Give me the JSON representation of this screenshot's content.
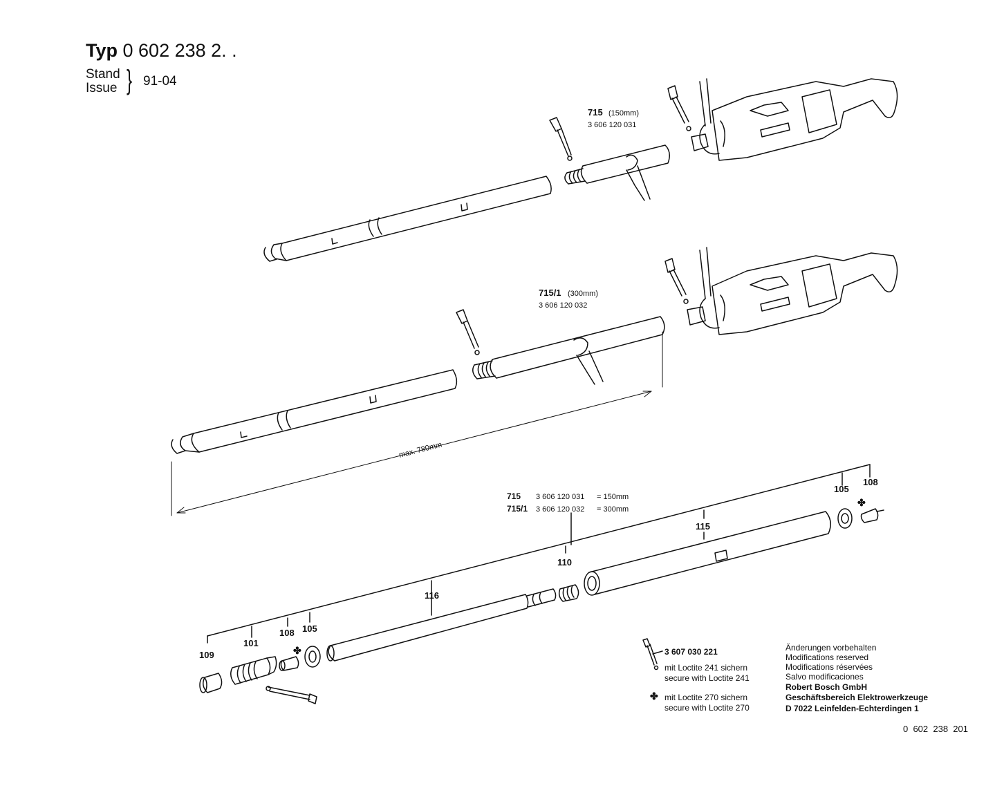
{
  "header": {
    "typ_label": "Typ",
    "typ_number": "0 602 238",
    "typ_suffix": "2. .",
    "stand": "Stand",
    "issue": "Issue",
    "date": "91-04"
  },
  "top_assembly": {
    "part_no": "715",
    "length": "(150mm)",
    "order_no": "3 606 120 031"
  },
  "middle_assembly": {
    "part_no": "715/1",
    "length": "(300mm)",
    "order_no": "3 606 120 032"
  },
  "dimension": {
    "label": "max. 780mm"
  },
  "parts_table": {
    "row1": {
      "part": "715",
      "order_no": "3 606 120 031",
      "size": "= 150mm"
    },
    "row2": {
      "part": "715/1",
      "order_no": "3 606 120 032",
      "size": "= 300mm"
    }
  },
  "callouts": {
    "p109": "109",
    "p101": "101",
    "p108_left": "108",
    "p105_left": "105",
    "p116": "116",
    "p110": "110",
    "p115": "115",
    "p105_right": "105",
    "p108_right": "108"
  },
  "legend": {
    "screw_part": "3 607 030 221",
    "loctite241_de": "mit Loctite 241 sichern",
    "loctite241_en": "secure with Loctite 241",
    "loctite270_de": "mit Loctite 270 sichern",
    "loctite270_en": "secure with Loctite 270"
  },
  "notices": {
    "de": "Änderungen vorbehalten",
    "en": "Modifications reserved",
    "fr": "Modifications réservées",
    "es": "Salvo modificaciones",
    "company": "Robert Bosch GmbH",
    "division": "Geschäftsbereich Elektrowerkzeuge",
    "address": "D 7022 Leinfelden-Echterdingen 1"
  },
  "doc_number": "0  602  238  201"
}
